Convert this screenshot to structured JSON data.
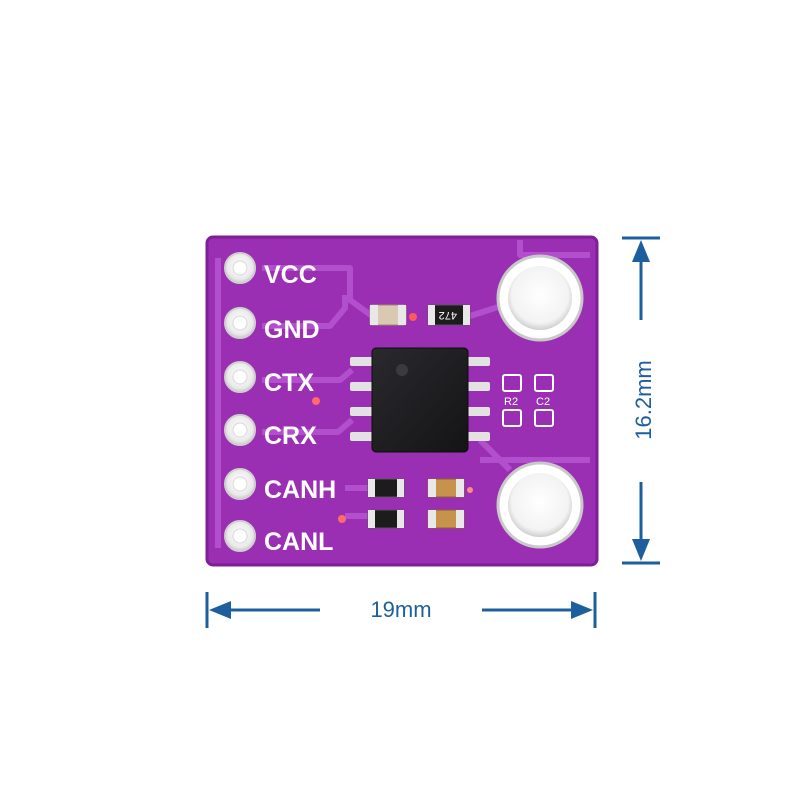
{
  "board": {
    "pins": [
      {
        "label": "VCC"
      },
      {
        "label": "GND"
      },
      {
        "label": "CTX"
      },
      {
        "label": "CRX"
      },
      {
        "label": "CANH"
      },
      {
        "label": "CANL"
      }
    ],
    "silkscreen": {
      "resistor_top": "472",
      "r2": "R2",
      "c2": "C2"
    }
  },
  "dimensions": {
    "width": "19mm",
    "height": "16.2mm"
  },
  "colors": {
    "pcb": "#9b2fb3",
    "pcb_trace": "#b04ccb",
    "chip": "#1e1e22",
    "dimension_lines": "#1d5f9c"
  }
}
